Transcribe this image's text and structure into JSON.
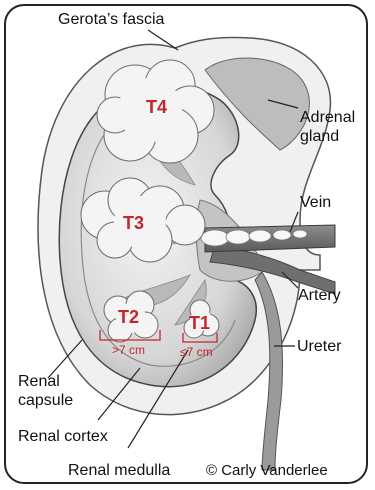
{
  "colors": {
    "stroke": "#222222",
    "kidney_gray": "#cfcfcf",
    "tumor": "#f2f2f2",
    "accent_red": "#c0282d"
  },
  "labels": {
    "gerotas_fascia": "Gerota’s fascia",
    "adrenal_line1": "Adrenal",
    "adrenal_line2": "gland",
    "vein": "Vein",
    "artery": "Artery",
    "ureter": "Ureter",
    "renal_capsule_line1": "Renal",
    "renal_capsule_line2": "capsule",
    "renal_cortex": "Renal cortex",
    "renal_medulla": "Renal medulla",
    "credit": "© Carly Vanderlee"
  },
  "tumors": {
    "t4": "T4",
    "t3": "T3",
    "t2": "T2",
    "t1": "T1",
    "t2_size": ">7 cm",
    "t1_size": "≤7 cm"
  }
}
